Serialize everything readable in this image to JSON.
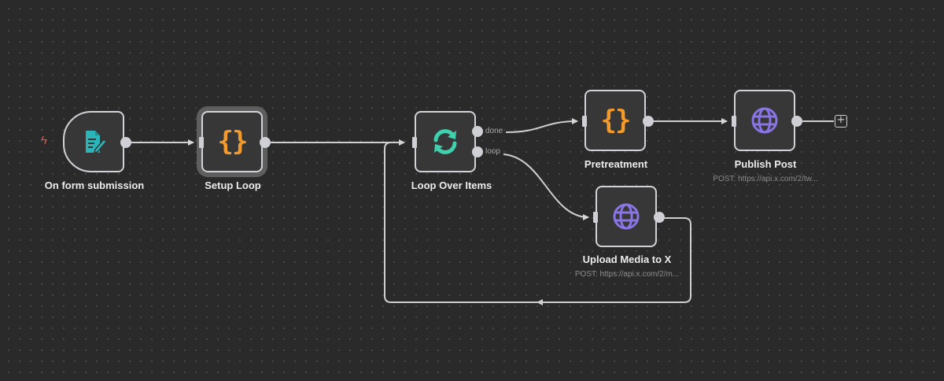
{
  "canvas": {
    "background": "#2a2a2a"
  },
  "nodes": {
    "form_trigger": {
      "label": "On form submission",
      "icon": "form-edit-icon",
      "color": "#2bb5b8"
    },
    "setup_loop": {
      "label": "Setup Loop",
      "icon": "code-braces-icon",
      "icon_text": "{}",
      "color": "#f39a2c"
    },
    "loop_over_items": {
      "label": "Loop Over Items",
      "icon": "refresh-icon",
      "color": "#3fd1ad",
      "outputs": {
        "done": "done",
        "loop": "loop"
      }
    },
    "pretreatment": {
      "label": "Pretreatment",
      "icon": "code-braces-icon",
      "icon_text": "{}",
      "color": "#f39a2c"
    },
    "publish_post": {
      "label": "Publish Post",
      "subtitle": "POST: https://api.x.com/2/tw...",
      "icon": "globe-icon",
      "color": "#8b74e6"
    },
    "upload_media": {
      "label": "Upload Media to X",
      "subtitle": "POST: https://api.x.com/2/m...",
      "icon": "globe-icon",
      "color": "#8b74e6"
    }
  },
  "trigger_icon": {
    "name": "lightning-bolt-icon",
    "glyph": "ϟ",
    "color": "#e8574c"
  },
  "add_button": {
    "glyph": "+"
  }
}
